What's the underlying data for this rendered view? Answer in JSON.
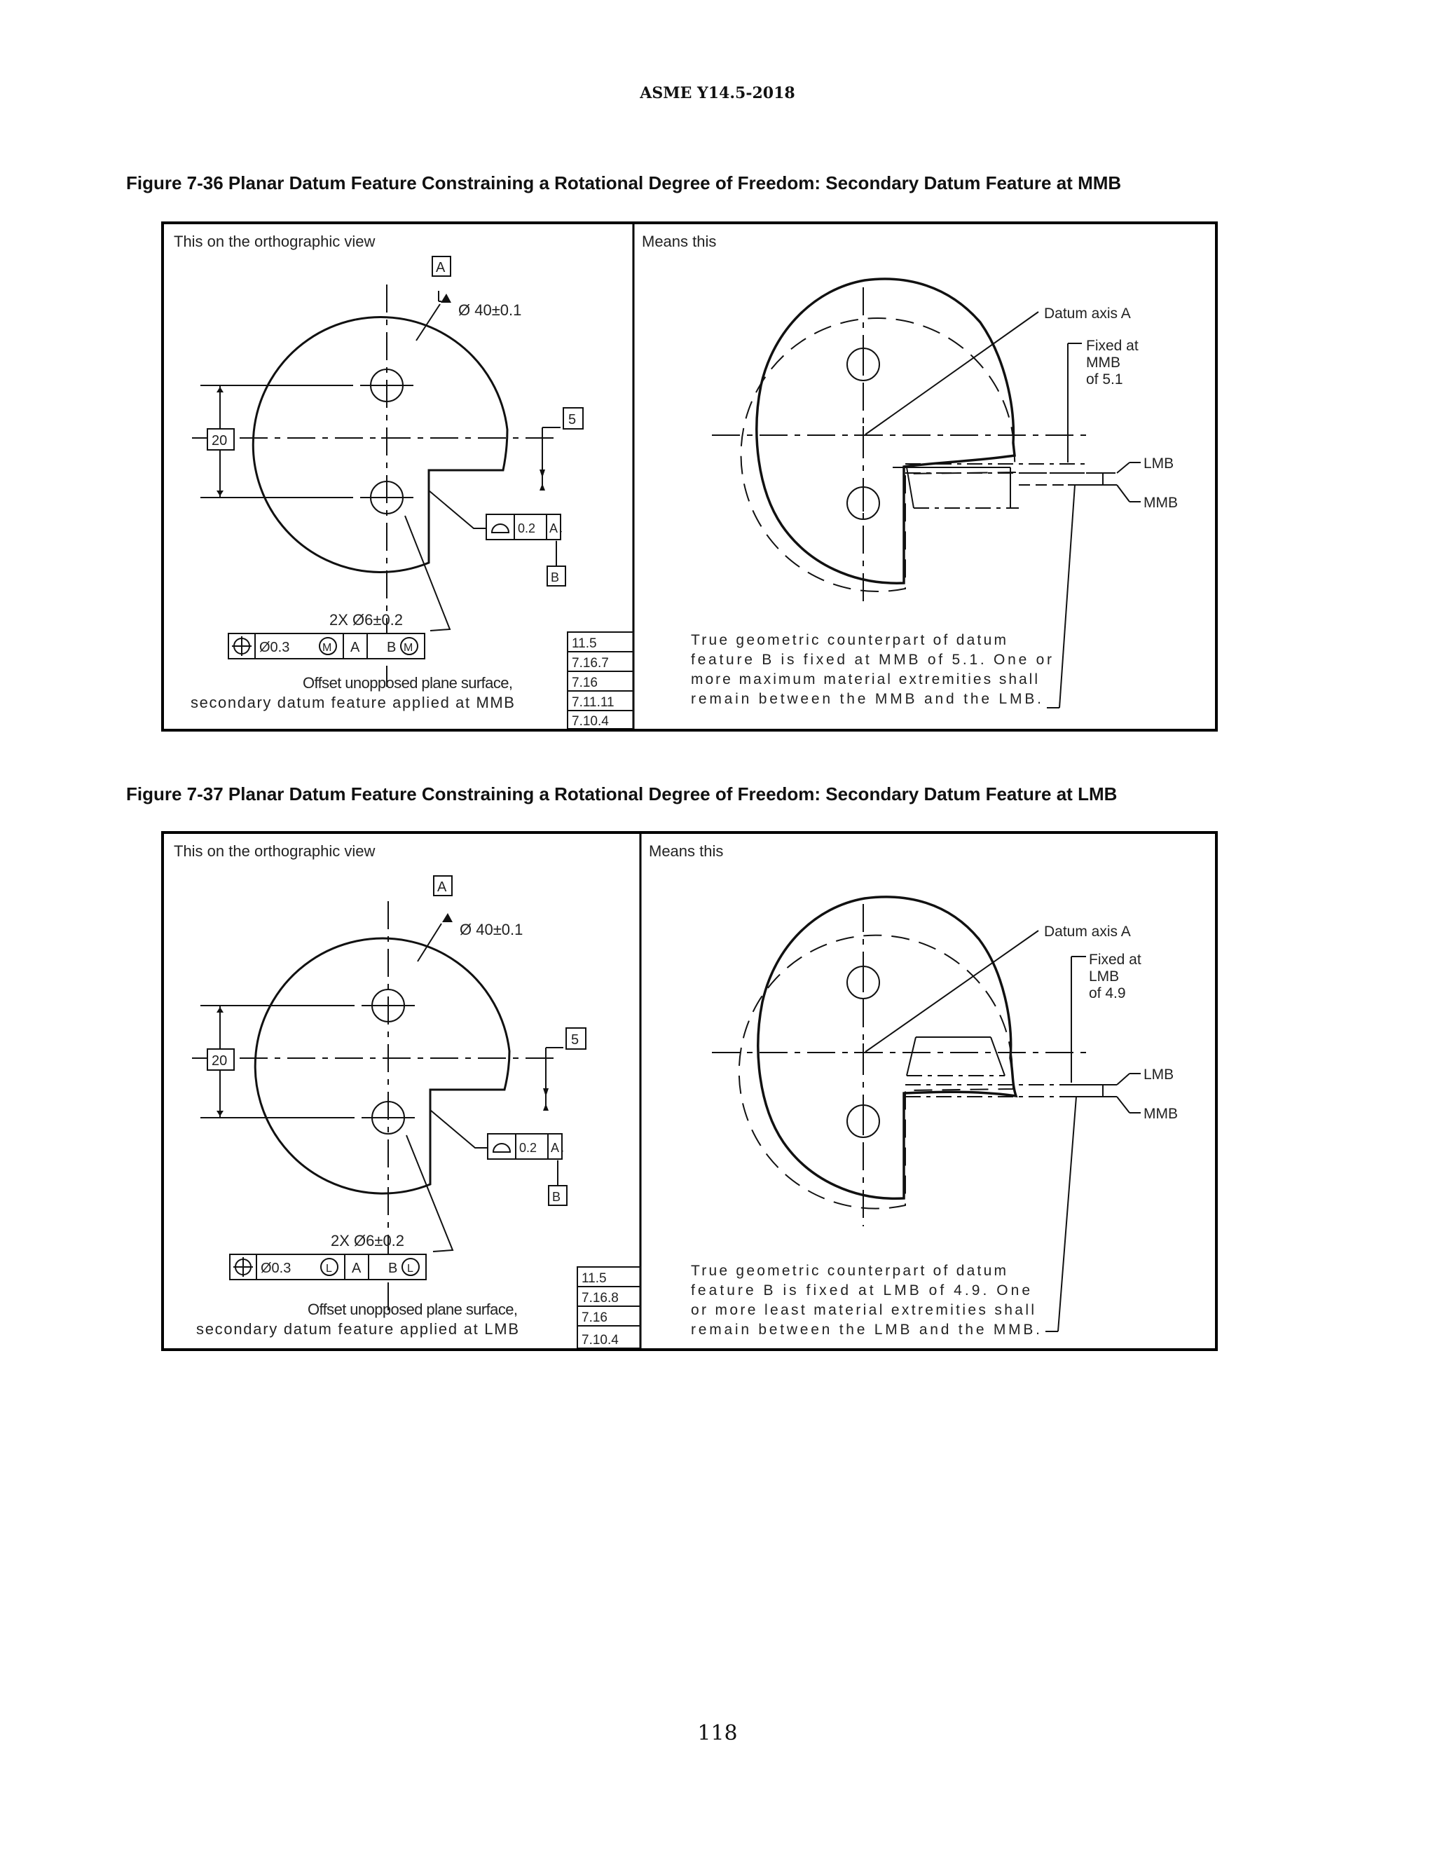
{
  "header": {
    "standard": "ASME Y14.5-2018"
  },
  "figures": [
    {
      "title": "Figure 7-36 Planar Datum Feature Constraining a Rotational Degree of Freedom: Secondary Datum Feature at MMB",
      "left_label": "This on the orthographic view",
      "right_label": "Means this",
      "datum_a": "A",
      "datum_b": "B",
      "diameter_dim": "Ø 40±0.1",
      "dim_20": "20",
      "basic_5": "5",
      "profile_frame": {
        "tolerance": "0.2",
        "datum": "A"
      },
      "holes_note": "2X Ø6±0.2",
      "position_frame": {
        "tolerance": "Ø0.3",
        "modifier": "M",
        "datums": [
          "A",
          "B"
        ]
      },
      "caption_lines": [
        "Offset unopposed plane surface,",
        "secondary datum feature applied at MMB"
      ],
      "refs": [
        "11.5",
        "7.16.7",
        "7.16",
        "7.11.11",
        "7.10.4"
      ],
      "datum_axis_label": "Datum axis A",
      "fixed_lines": [
        "Fixed at",
        "MMB",
        "of 5.1"
      ],
      "lmb": "LMB",
      "mmb": "MMB",
      "explanation_lines": [
        "True geometric counterpart of datum",
        "feature B is fixed at MMB of 5.1. One or",
        "more maximum material extremities shall",
        "remain between the MMB and the LMB."
      ]
    },
    {
      "title": "Figure 7-37 Planar Datum Feature Constraining a Rotational Degree of Freedom: Secondary Datum Feature at LMB",
      "left_label": "This on the orthographic view",
      "right_label": "Means this",
      "datum_a": "A",
      "datum_b": "B",
      "diameter_dim": "Ø 40±0.1",
      "dim_20": "20",
      "basic_5": "5",
      "profile_frame": {
        "tolerance": "0.2",
        "datum": "A"
      },
      "holes_note": "2X Ø6±0.2",
      "position_frame": {
        "tolerance": "Ø0.3",
        "modifier": "L",
        "datums": [
          "A",
          "B"
        ]
      },
      "caption_lines": [
        "Offset unopposed plane surface,",
        "secondary datum feature applied at LMB"
      ],
      "refs": [
        "11.5",
        "7.16.8",
        "7.16",
        "7.10.4"
      ],
      "datum_axis_label": "Datum axis A",
      "fixed_lines": [
        "Fixed at",
        "LMB",
        "of 4.9"
      ],
      "lmb": "LMB",
      "mmb": "MMB",
      "explanation_lines": [
        "True geometric counterpart of datum",
        "feature B is fixed at LMB of 4.9. One",
        "or more least material extremities shall",
        "remain between the LMB and the MMB."
      ]
    }
  ],
  "footer": {
    "page_number": "118"
  }
}
